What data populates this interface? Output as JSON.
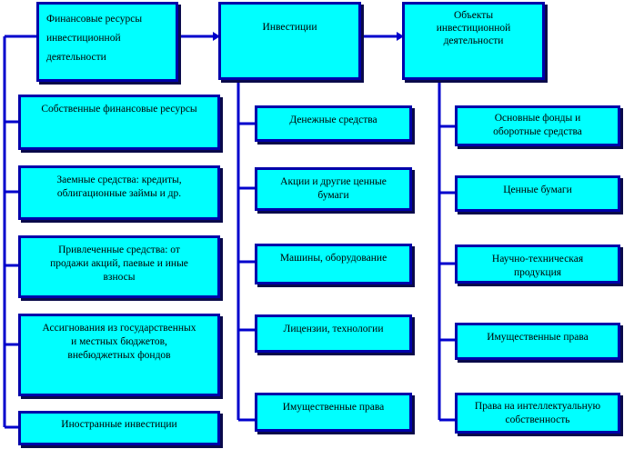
{
  "headers": {
    "resources": [
      "Финансовые ресурсы",
      "инвестиционной",
      "деятельности"
    ],
    "investments": [
      "Инвестиции"
    ],
    "objects": [
      "Объекты",
      "инвестиционной",
      "деятельности"
    ]
  },
  "resources_items": [
    [
      "Собственные финансовые ресурсы"
    ],
    [
      "Заемные средства: кредиты,",
      "облигационные займы и др."
    ],
    [
      "Привлеченные средства: от",
      "продажи акций, паевые и иные",
      "взносы"
    ],
    [
      "Ассигнования из государственных",
      "и местных бюджетов,",
      "внебюджетных фондов"
    ],
    [
      "Иностранные инвестиции"
    ]
  ],
  "investment_items": [
    [
      "Денежные средства"
    ],
    [
      "Акции и другие ценные",
      "бумаги"
    ],
    [
      "Машины, оборудование"
    ],
    [
      "Лицензии, технологии"
    ],
    [
      "Имущественные права"
    ]
  ],
  "object_items": [
    [
      "Основные фонды и",
      "оборотные средства"
    ],
    [
      "Ценные бумаги"
    ],
    [
      "Научно-техническая",
      "продукция"
    ],
    [
      "Имущественные права"
    ],
    [
      "Права на интеллектуальную",
      "собственность"
    ]
  ],
  "colors": {
    "box_fill": "#00ffff",
    "box_border": "#0000aa",
    "connector": "#0000cc",
    "shadow": "#0a0a4a"
  }
}
